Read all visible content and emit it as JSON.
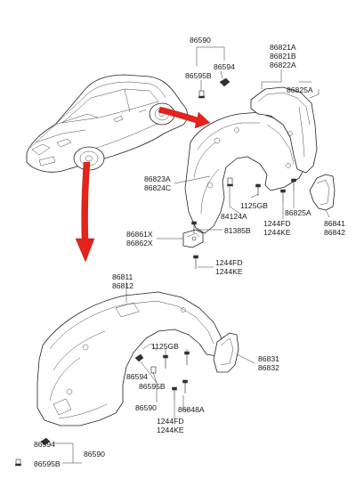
{
  "labels": {
    "top_86590": "86590",
    "top_86594": "86594",
    "top_86595b": "86595B",
    "part_86821a": "86821A",
    "part_86821b": "86821B",
    "part_86822a": "86822A",
    "part_86825a_top": "86825A",
    "part_86823a": "86823A",
    "part_86824c": "86824C",
    "part_1125gb_top": "1125GB",
    "part_84124a": "84124A",
    "part_86825a_mid": "86825A",
    "part_1244fd_mid": "1244FD",
    "part_1244ke_mid": "1244KE",
    "part_86841": "86841",
    "part_86842": "86842",
    "part_86861x": "86861X",
    "part_86862x": "86862X",
    "part_81385b": "81385B",
    "part_1244fd_low": "1244FD",
    "part_1244ke_low": "1244KE",
    "part_86811": "86811",
    "part_86812": "86812",
    "part_1125gb_bot": "1125GB",
    "part_86831": "86831",
    "part_86832": "86832",
    "bot_86594": "86594",
    "bot_86595b": "86595B",
    "bot_86590": "86590",
    "part_86848a": "86848A",
    "part_1244fd_bot": "1244FD",
    "part_1244ke_bot": "1244KE",
    "bl_86594": "86594",
    "bl_86595b": "86595B",
    "bl_86590": "86590"
  },
  "colors": {
    "arrow": "#e4231b",
    "line": "#222222",
    "background": "#ffffff"
  }
}
